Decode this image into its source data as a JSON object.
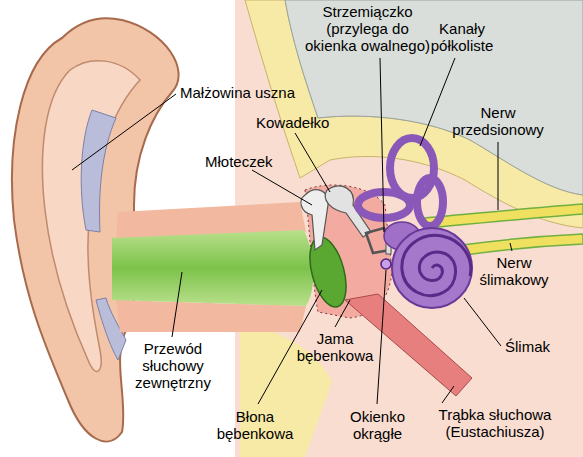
{
  "diagram": {
    "labels": [
      "Strzemiączko (przylega do okienka owalnego)",
      "Kanały półkoliste",
      "Małżowina uszna",
      "Kowadełko",
      "Nerw przedsionowy",
      "Młoteczek",
      "Nerw ślimakowy",
      "Przewód słuchowy zewnętrzny",
      "Ślimak",
      "Jama bębenkowa",
      "Błona bębenkowa",
      "Okienko okrągłe",
      "Trąbka słuchowa (Eustachiusza)"
    ]
  }
}
